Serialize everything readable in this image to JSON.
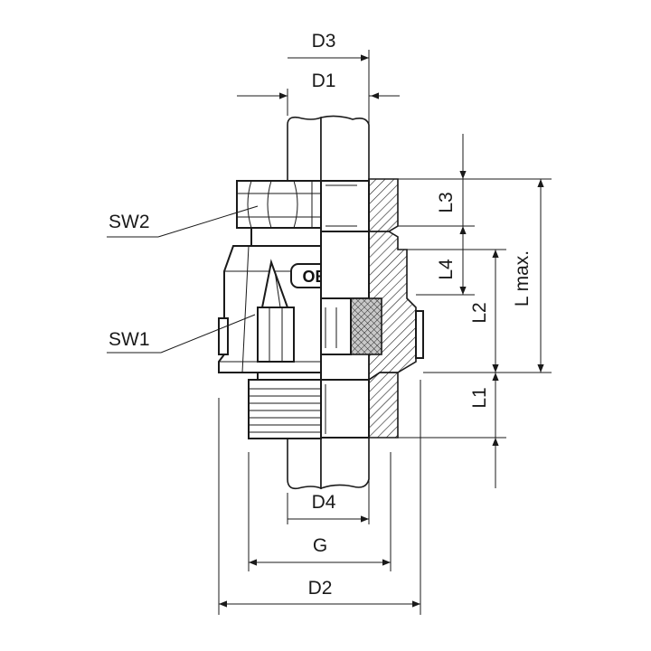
{
  "diagram": {
    "labels": {
      "D3": "D3",
      "D1": "D1",
      "SW2": "SW2",
      "SW1": "SW1",
      "L3": "L3",
      "L4": "L4",
      "L2": "L2",
      "L1": "L1",
      "L_max": "L max.",
      "D4": "D4",
      "G": "G",
      "D2": "D2"
    },
    "logo_text": "OBO",
    "colors": {
      "line": "#1a1a1a",
      "background": "#ffffff",
      "seal_fill": "#b5b5b5"
    }
  }
}
